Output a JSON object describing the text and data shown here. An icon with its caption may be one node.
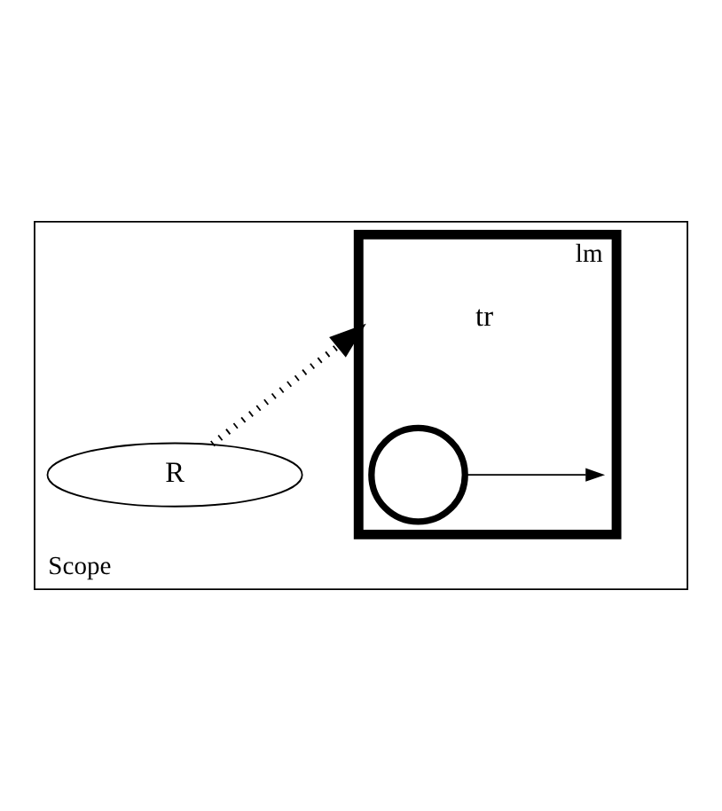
{
  "diagram": {
    "nodes": [
      {
        "text": [
          "Scope"
        ]
      },
      {
        "text": [
          "lm"
        ],
        "in": 0
      },
      {
        "text": [],
        "shape": "circle",
        "beside": [
          "tr"
        ],
        "in": 1
      },
      {
        "text": [
          "R"
        ],
        "in": 0
      }
    ],
    "edges": [
      {
        "from": 2,
        "to": null,
        "arrow": "to"
      },
      {
        "from": 3,
        "to": 1,
        "arrow": "to",
        "style": "dashed"
      }
    ]
  }
}
